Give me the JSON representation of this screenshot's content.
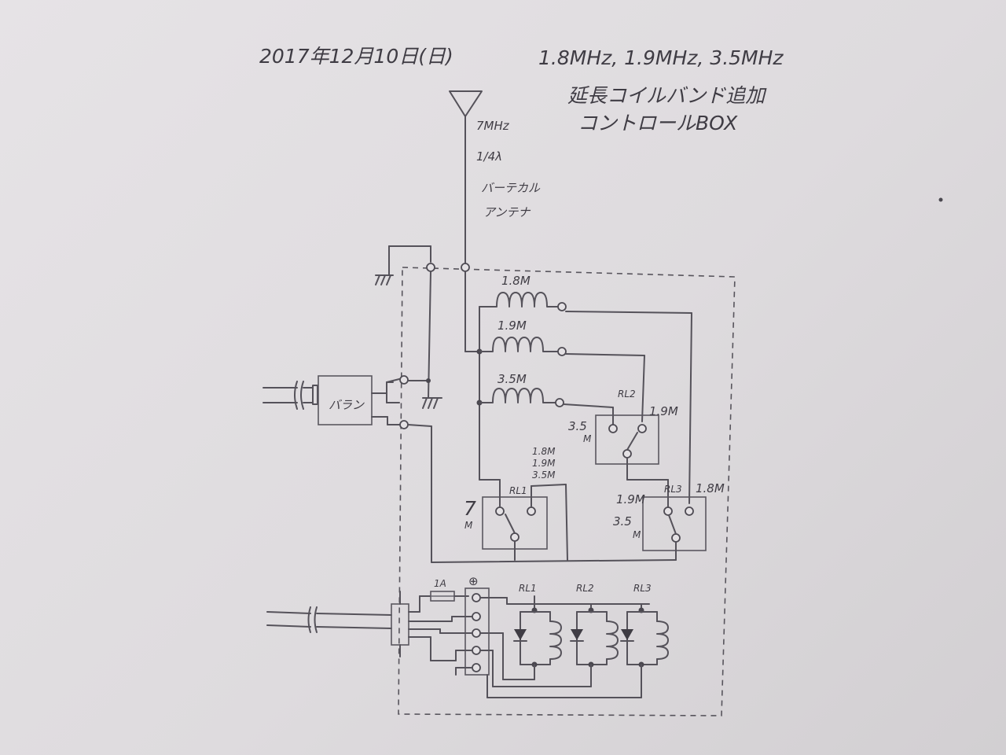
{
  "header": {
    "date": "2017年12月10日(日)",
    "freqs": "1.8MHz, 1.9MHz, 3.5MHz",
    "title_line1": "延長コイルバンド追加",
    "title_line2": "コントロールBOX"
  },
  "antenna": {
    "line1": "7MHz",
    "line2": "1/4λ",
    "line3": "バーテカル",
    "line4": "アンテナ"
  },
  "balun_label": "バラン",
  "coils": {
    "c1": "1.8M",
    "c2": "1.9M",
    "c3": "3.5M"
  },
  "relays": {
    "rl1": "RL1",
    "rl2": "RL2",
    "rl3": "RL3",
    "rl1_left": "7",
    "rl1_left_unit": "M",
    "rl1_right_1": "1.8M",
    "rl1_right_2": "1.9M",
    "rl1_right_3": "3.5M",
    "rl2_left": "3.5",
    "rl2_left_unit": "M",
    "rl2_right": "1.9M",
    "rl3_left_1": "1.9M",
    "rl3_left_2": "3.5",
    "rl3_left_unit": "M",
    "rl3_right": "1.8M"
  },
  "control": {
    "fuse": "1A",
    "plus": "⊕",
    "rl1": "RL1",
    "rl2": "RL2",
    "rl3": "RL3"
  }
}
